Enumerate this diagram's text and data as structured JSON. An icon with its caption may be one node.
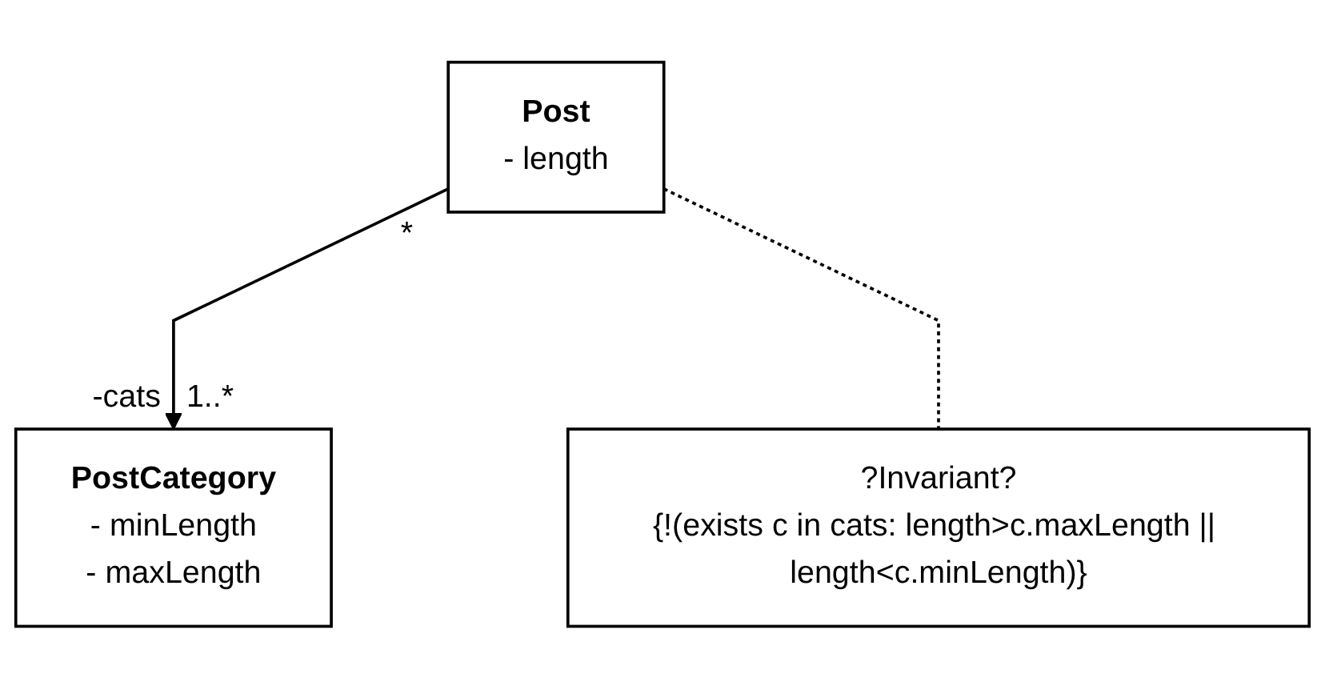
{
  "diagram": {
    "nodes": [
      {
        "text": [
          "Post",
          "- length"
        ]
      },
      {
        "text": [
          "?Invariant?",
          "{!(exists c in cats: length>c.maxLength || length<c.minLength)}"
        ]
      },
      {
        "text": [
          "PostCategory",
          "- minLength",
          "- maxLength"
        ]
      }
    ],
    "edges": [
      {
        "from": 0,
        "to": 2,
        "arrow": "to"
      },
      {
        "from": 0,
        "to": 1,
        "arrow": "none",
        "style": "dashed"
      }
    ],
    "labels": [
      "*",
      "-cats",
      "1..*"
    ]
  }
}
